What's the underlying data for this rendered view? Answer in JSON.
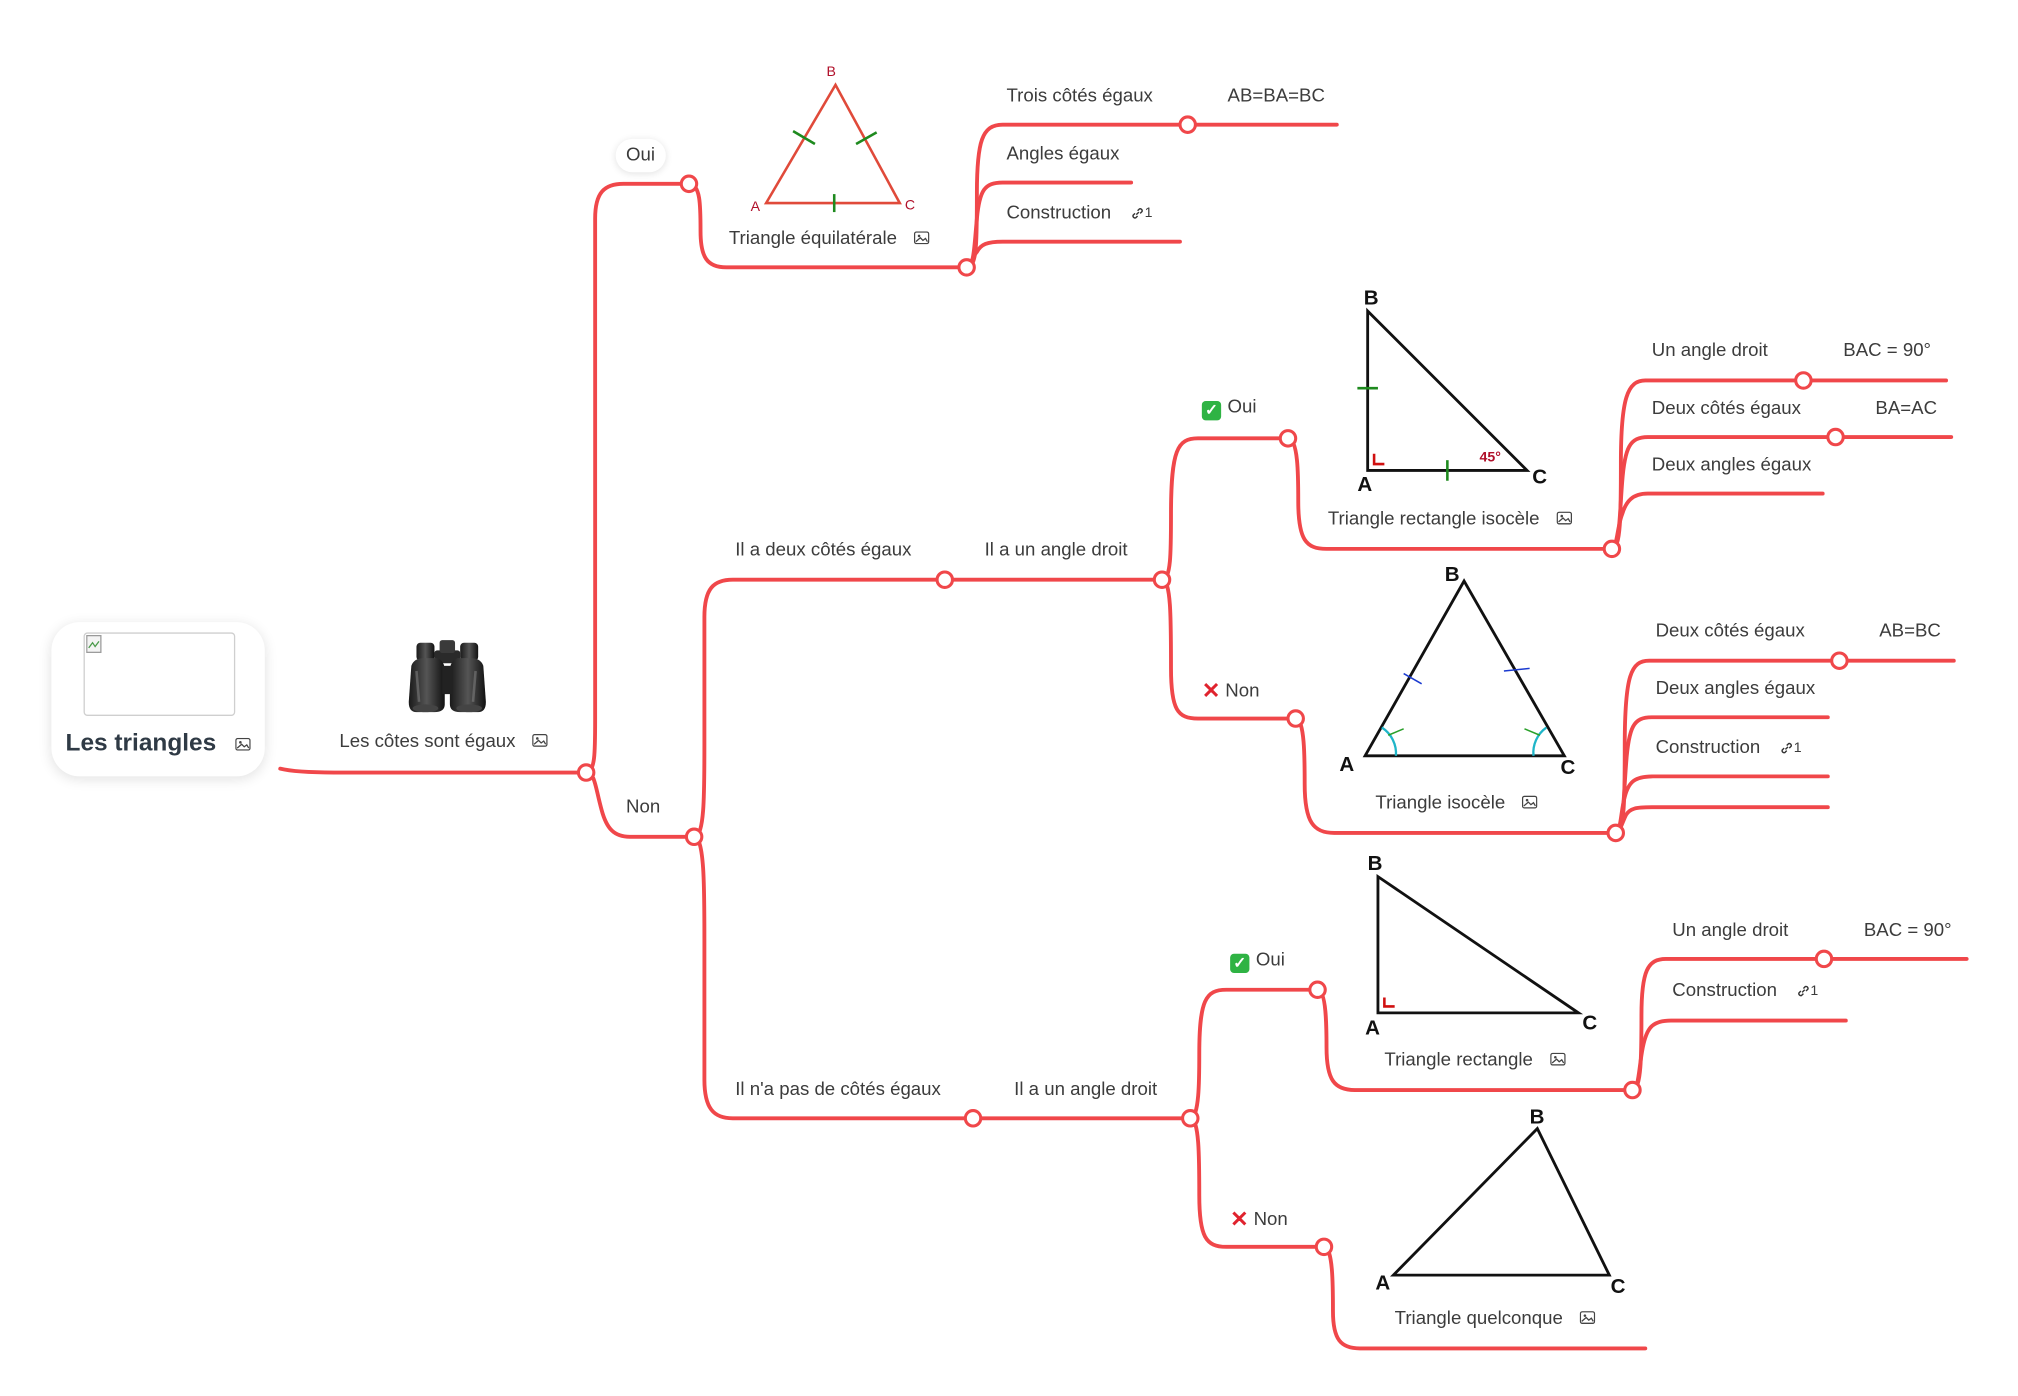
{
  "root": {
    "title": "Les triangles"
  },
  "level1": {
    "label": "Les côtes sont égaux",
    "icon": "binoculars-icon"
  },
  "branch_oui": {
    "label": "Oui",
    "node": "Triangle équilatérale",
    "properties": [
      {
        "label": "Trois côtés égaux",
        "value": "AB=BA=BC"
      },
      {
        "label": "Angles égaux"
      },
      {
        "label": "Construction",
        "link_count": "1"
      }
    ],
    "vertices": [
      "A",
      "B",
      "C"
    ]
  },
  "branch_non": {
    "label": "Non",
    "deux_cotes": {
      "label": "Il a deux côtés égaux",
      "angle_droit": "Il a un angle droit",
      "oui": {
        "label": "Oui",
        "node": "Triangle rectangle isocèle",
        "angle_label": "45°",
        "properties": [
          {
            "label": "Un angle droit",
            "value": "BAC = 90°"
          },
          {
            "label": "Deux côtés égaux",
            "value": "BA=AC"
          },
          {
            "label": "Deux angles égaux"
          }
        ]
      },
      "non": {
        "label": "Non",
        "node": "Triangle isocèle",
        "properties": [
          {
            "label": "Deux côtés égaux",
            "value": "AB=BC"
          },
          {
            "label": "Deux angles égaux"
          },
          {
            "label": "Construction",
            "link_count": "1"
          },
          {
            "label": ""
          }
        ]
      }
    },
    "pas_de_cotes": {
      "label": "Il n'a pas de côtés égaux",
      "angle_droit": "Il a un angle droit",
      "oui": {
        "label": "Oui",
        "node": "Triangle rectangle",
        "properties": [
          {
            "label": "Un angle droit",
            "value": "BAC = 90°"
          },
          {
            "label": "Construction",
            "link_count": "1"
          }
        ]
      },
      "non": {
        "label": "Non",
        "node": "Triangle quelconque"
      }
    }
  },
  "colors": {
    "branch": "#f0474a",
    "tick": "#1e8a1e",
    "arc": "#1fb5c8",
    "label_red": "#b0102a"
  }
}
